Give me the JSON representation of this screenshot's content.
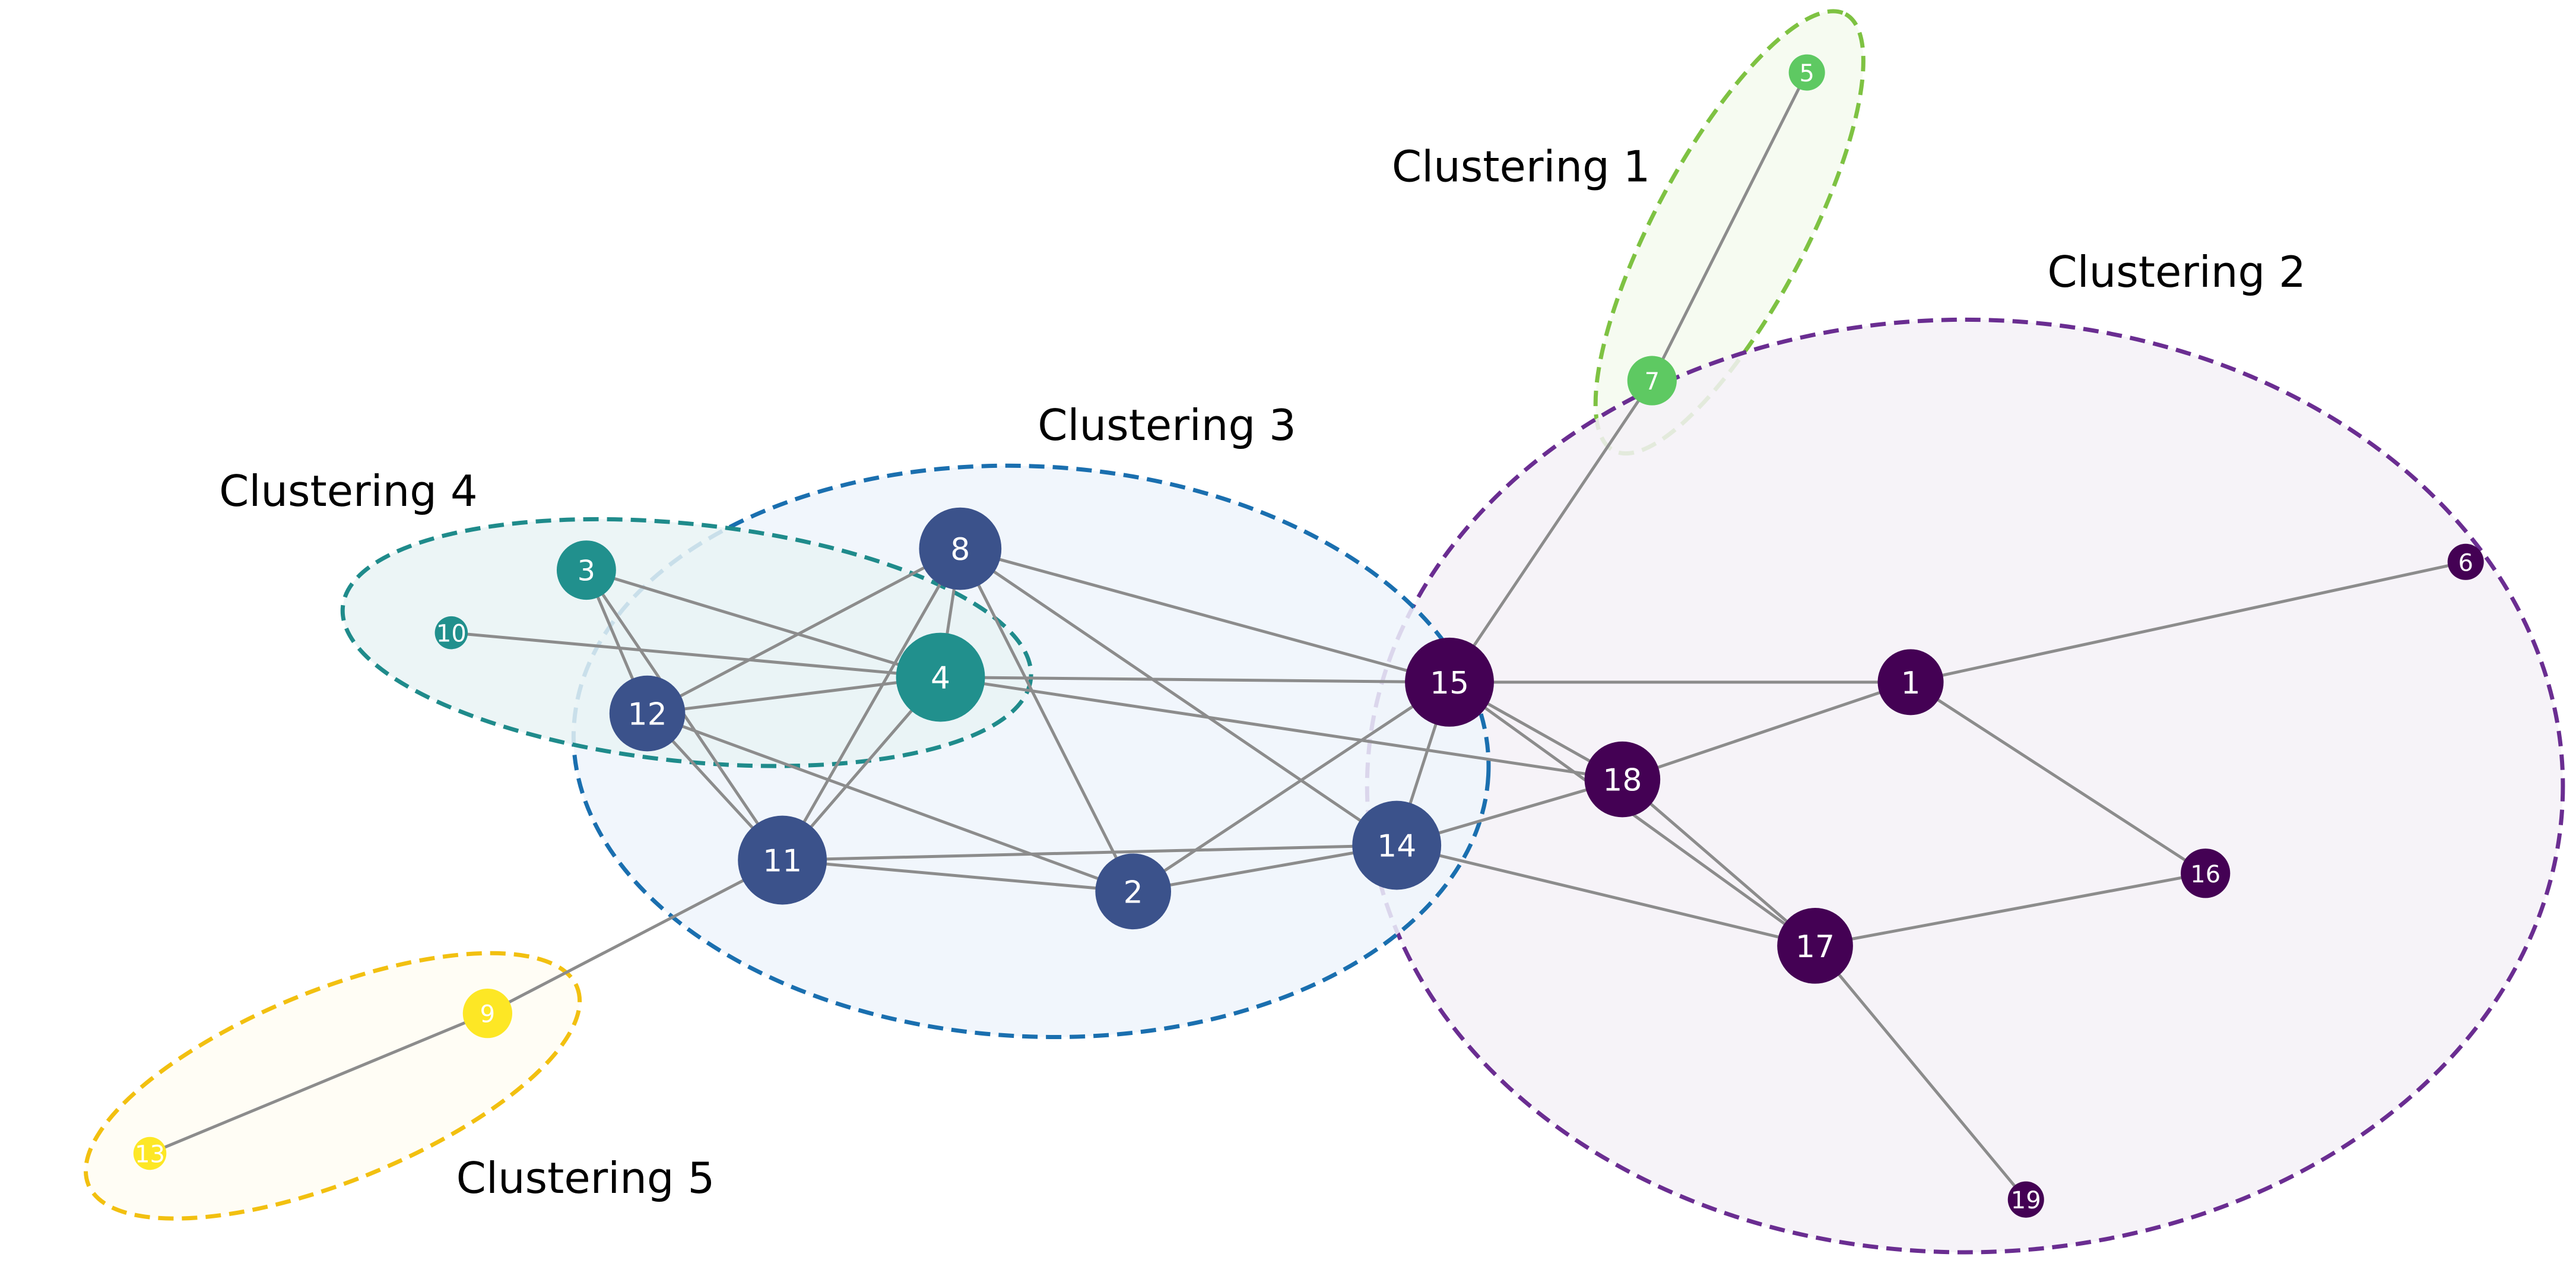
{
  "clusters": [
    {
      "label": "Clustering 1",
      "stroke": "#7ec242",
      "fill": "#f5faef"
    },
    {
      "label": "Clustering 2",
      "stroke": "#6a2d91",
      "fill": "#f4f1f7"
    },
    {
      "label": "Clustering 3",
      "stroke": "#1a6faf",
      "fill": "#eef4fb"
    },
    {
      "label": "Clustering 4",
      "stroke": "#1f8b8b",
      "fill": "#e9f3f4"
    },
    {
      "label": "Clustering 5",
      "stroke": "#f2c010",
      "fill": "#fffdf3"
    }
  ],
  "node_colors": {
    "purple": "#440154",
    "blue": "#3b528b",
    "teal": "#21908d",
    "green": "#5ec962",
    "yellow": "#fde725"
  },
  "edge_color": "#8c8c8c",
  "nodes": [
    {
      "id": "1",
      "color": "purple"
    },
    {
      "id": "2",
      "color": "blue"
    },
    {
      "id": "3",
      "color": "teal"
    },
    {
      "id": "4",
      "color": "teal"
    },
    {
      "id": "5",
      "color": "green"
    },
    {
      "id": "6",
      "color": "purple"
    },
    {
      "id": "7",
      "color": "green"
    },
    {
      "id": "8",
      "color": "blue"
    },
    {
      "id": "9",
      "color": "yellow"
    },
    {
      "id": "10",
      "color": "teal"
    },
    {
      "id": "11",
      "color": "blue"
    },
    {
      "id": "12",
      "color": "blue"
    },
    {
      "id": "13",
      "color": "yellow"
    },
    {
      "id": "14",
      "color": "blue"
    },
    {
      "id": "15",
      "color": "purple"
    },
    {
      "id": "16",
      "color": "purple"
    },
    {
      "id": "17",
      "color": "purple"
    },
    {
      "id": "18",
      "color": "purple"
    },
    {
      "id": "19",
      "color": "purple"
    }
  ],
  "edges": [
    [
      "5",
      "7"
    ],
    [
      "7",
      "15"
    ],
    [
      "15",
      "1"
    ],
    [
      "1",
      "6"
    ],
    [
      "1",
      "18"
    ],
    [
      "1",
      "16"
    ],
    [
      "16",
      "17"
    ],
    [
      "17",
      "19"
    ],
    [
      "15",
      "18"
    ],
    [
      "15",
      "17"
    ],
    [
      "15",
      "14"
    ],
    [
      "15",
      "2"
    ],
    [
      "18",
      "17"
    ],
    [
      "18",
      "14"
    ],
    [
      "14",
      "17"
    ],
    [
      "8",
      "15"
    ],
    [
      "8",
      "14"
    ],
    [
      "8",
      "2"
    ],
    [
      "8",
      "4"
    ],
    [
      "8",
      "12"
    ],
    [
      "8",
      "11"
    ],
    [
      "4",
      "15"
    ],
    [
      "4",
      "18"
    ],
    [
      "4",
      "11"
    ],
    [
      "4",
      "3"
    ],
    [
      "4",
      "10"
    ],
    [
      "4",
      "12"
    ],
    [
      "3",
      "12"
    ],
    [
      "3",
      "11"
    ],
    [
      "12",
      "11"
    ],
    [
      "12",
      "2"
    ],
    [
      "11",
      "2"
    ],
    [
      "11",
      "14"
    ],
    [
      "11",
      "9"
    ],
    [
      "2",
      "14"
    ],
    [
      "9",
      "13"
    ]
  ]
}
